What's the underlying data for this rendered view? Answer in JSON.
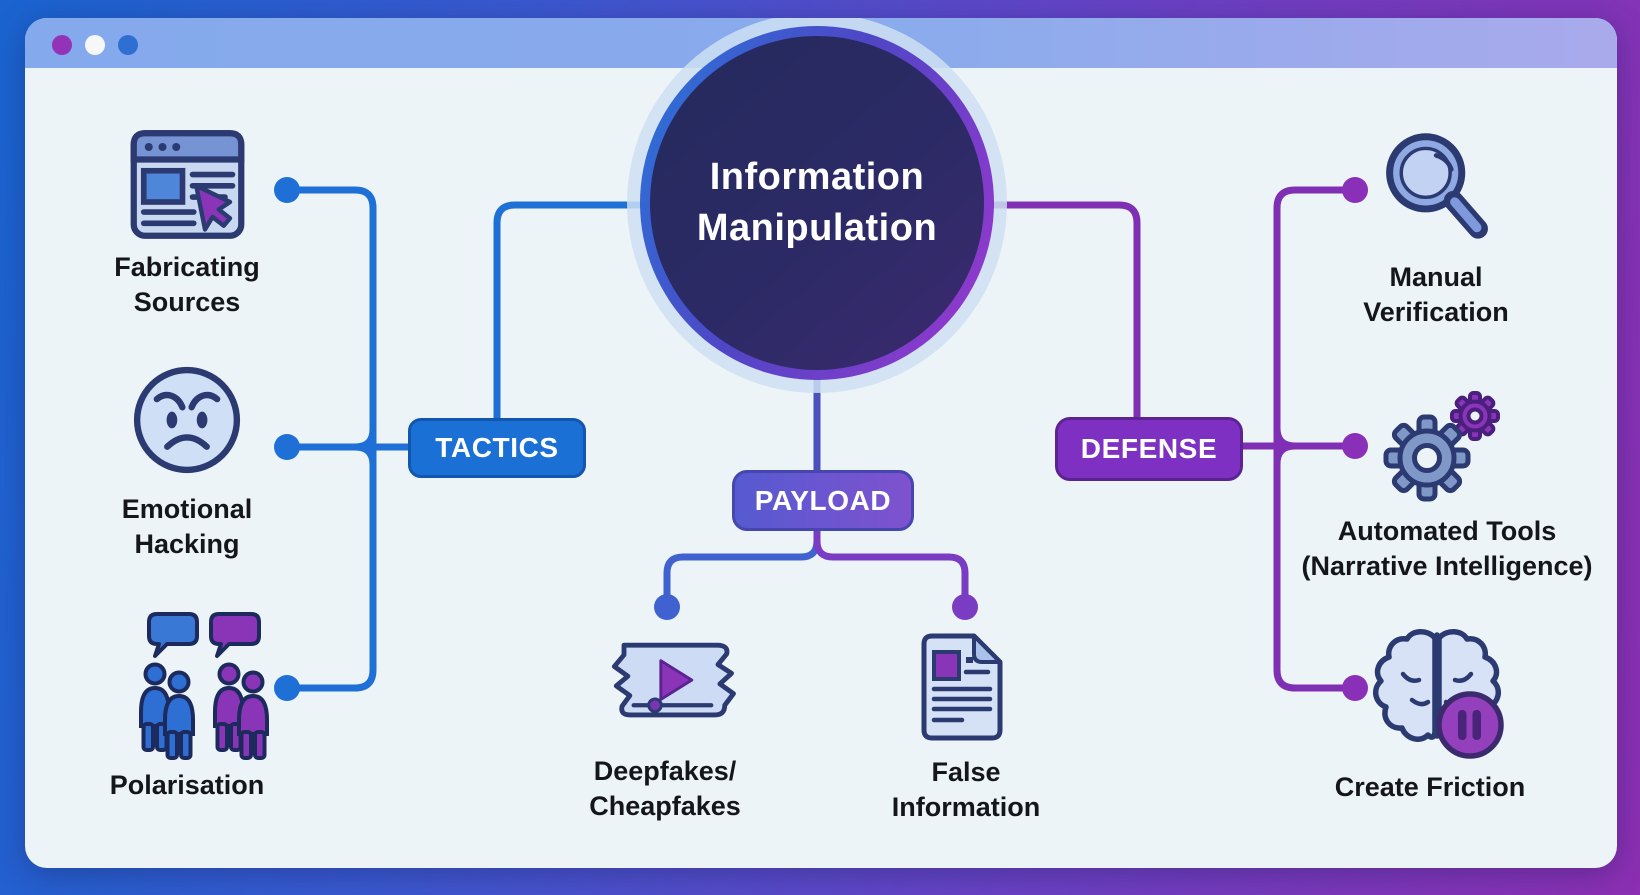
{
  "window": {
    "titlebar": {
      "dot_colors": [
        "#9333b8",
        "#f5f7f9",
        "#2f6fd2"
      ]
    },
    "background": "#edf4f8",
    "frame_gradient": [
      "#1a64d0",
      "#8c2fb2"
    ]
  },
  "center_node": {
    "title": "Information\nManipulation"
  },
  "branches": {
    "tactics": {
      "label": "TACTICS",
      "color": "#1b70d5",
      "line_color": "#1f70d6",
      "items": [
        {
          "label": "Fabricating\nSources",
          "icon": "browser-cursor-icon"
        },
        {
          "label": "Emotional\nHacking",
          "icon": "angry-face-icon"
        },
        {
          "label": "Polarisation",
          "icon": "people-groups-icon"
        }
      ]
    },
    "payload": {
      "label": "PAYLOAD",
      "color_start": "#565ad0",
      "color_end": "#7f52cf",
      "items": [
        {
          "label": "Deepfakes/\nCheapfakes",
          "icon": "torn-video-icon"
        },
        {
          "label": "False\nInformation",
          "icon": "false-document-icon"
        }
      ]
    },
    "defense": {
      "label": "DEFENSE",
      "color": "#7e30c3",
      "line_color": "#7e2fb4",
      "items": [
        {
          "label": "Manual\nVerification",
          "icon": "magnifier-icon"
        },
        {
          "label": "Automated Tools\n(Narrative Intelligence)",
          "icon": "gears-icon"
        },
        {
          "label": "Create Friction",
          "icon": "brain-pause-icon"
        }
      ]
    }
  }
}
